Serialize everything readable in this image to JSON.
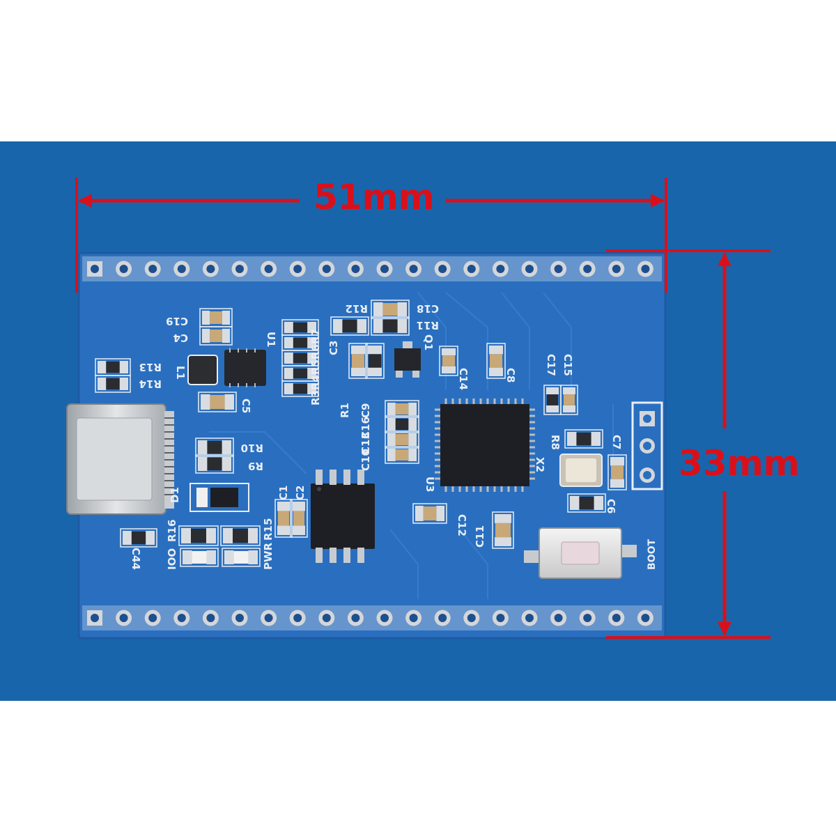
{
  "image": {
    "kind": "product-photo",
    "subject": "microcontroller-development-board",
    "colors": {
      "backdrop": "#1965ab",
      "board": "#2a6fbf",
      "silkscreen": "#e8eef6",
      "annotation": "#d9101a",
      "chip": "#1e1f24"
    }
  },
  "dimensions": {
    "width": "51mm",
    "height": "33mm"
  },
  "silkscreen": {
    "c19": "C19",
    "c4": "C4",
    "u1": "U1",
    "r13": "R13",
    "r14": "R14",
    "l1": "L1",
    "c5": "C5",
    "r12": "R12",
    "c18": "C18",
    "r11": "R11",
    "q1": "Q1",
    "r3r4r5r6r7": "R3R4R5R6R7",
    "c3": "C3",
    "c14": "C14",
    "c8": "C8",
    "c17": "C17",
    "c15": "C15",
    "r1": "R1",
    "c9": "C9",
    "c16": "C16",
    "c13": "C13",
    "c10": "C10",
    "r10": "R10",
    "r9": "R9",
    "r8": "R8",
    "c7": "C7",
    "x2": "X2",
    "c6": "C6",
    "d1": "D1",
    "c1": "C1",
    "c2": "C2",
    "u3": "U3",
    "c12": "C12",
    "c11": "C11",
    "r16": "R16",
    "r15": "R15",
    "ioo": "IOO",
    "c44": "C44",
    "pwr": "PWR",
    "boot": "BOOT"
  },
  "headers": {
    "top_row_pins": 20,
    "bottom_row_pins": 20,
    "boot_header_pins": 3
  }
}
